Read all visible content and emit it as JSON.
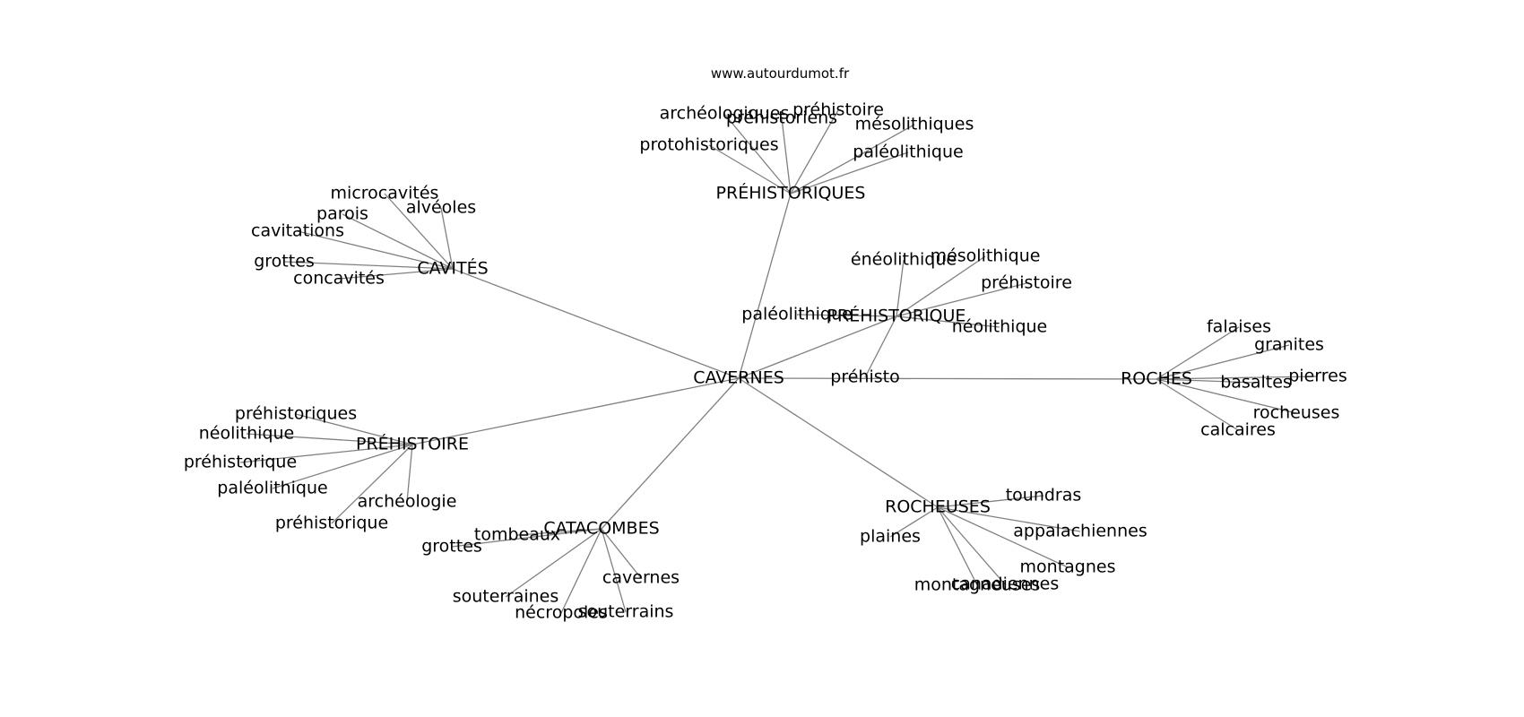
{
  "source": "www.autourdumot.fr",
  "center": "CAVERNES",
  "clusters": [
    {
      "hub": "PRÉHISTORIQUES",
      "leaves": [
        "archéologiques",
        "préhistoriens",
        "préhistoire",
        "mésolithiques",
        "protohistoriques",
        "paléolithique"
      ]
    },
    {
      "hub": "CAVITÉS",
      "leaves": [
        "microcavités",
        "parois",
        "alvéoles",
        "cavitations",
        "grottes",
        "concavités"
      ]
    },
    {
      "hub": "PRÉHISTORIQUE",
      "leaves": [
        "énéolithique",
        "mésolithique",
        "préhistoire",
        "paléolithique",
        "néolithique",
        "préhisto"
      ]
    },
    {
      "hub": "ROCHES",
      "leaves": [
        "falaises",
        "granites",
        "pierres",
        "basaltes",
        "rocheuses",
        "calcaires"
      ]
    },
    {
      "hub": "PRÉHISTOIRE",
      "leaves": [
        "préhistoriques",
        "néolithique",
        "préhistorique",
        "paléolithique",
        "archéologie",
        "préhistorique"
      ]
    },
    {
      "hub": "CATACOMBES",
      "leaves": [
        "tombeaux",
        "grottes",
        "cavernes",
        "souterraines",
        "nécropoles",
        "souterrains"
      ]
    },
    {
      "hub": "ROCHEUSES",
      "leaves": [
        "toundras",
        "plaines",
        "appalachiennes",
        "montagnes",
        "montagneuses",
        "canadiennes"
      ]
    }
  ]
}
